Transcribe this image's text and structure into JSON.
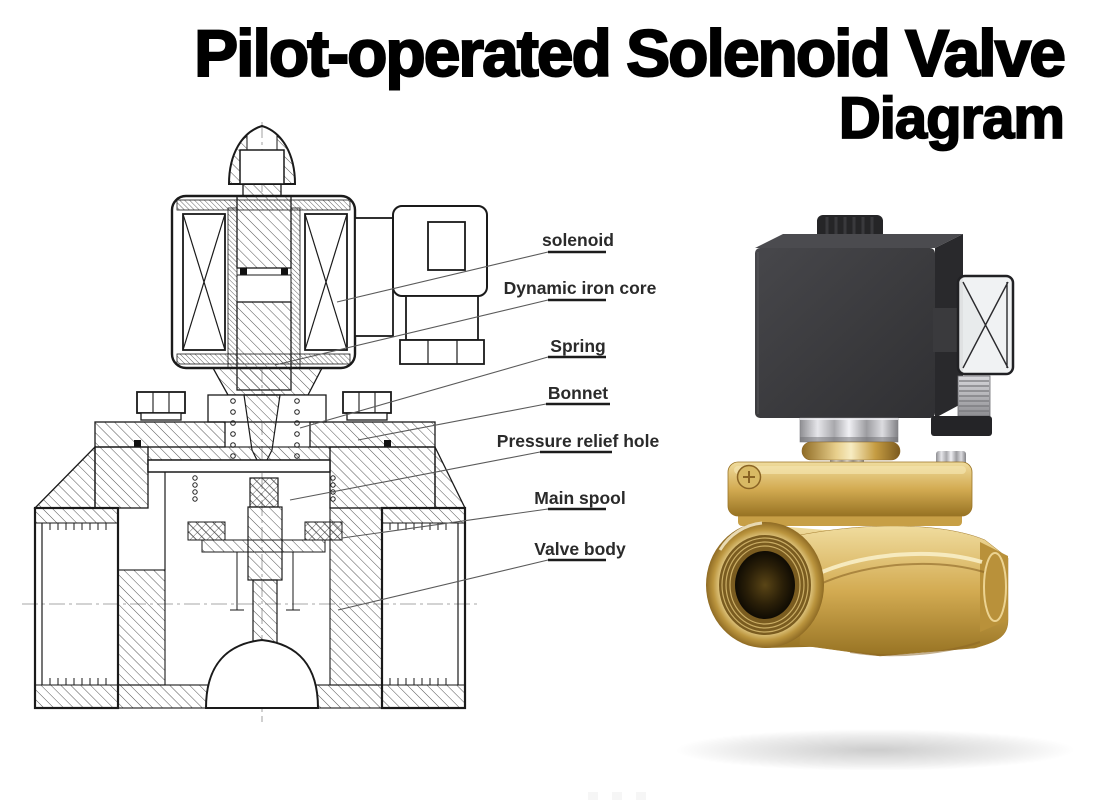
{
  "page": {
    "background": "#ffffff"
  },
  "title": {
    "line1": "Pilot-operated Solenoid Valve",
    "line2": "Diagram",
    "color": "#000000"
  },
  "diagram": {
    "labels": [
      {
        "id": "solenoid",
        "text": "solenoid"
      },
      {
        "id": "dynamic-iron-core",
        "text": "Dynamic iron core"
      },
      {
        "id": "spring",
        "text": "Spring"
      },
      {
        "id": "bonnet",
        "text": "Bonnet"
      },
      {
        "id": "pressure-relief-hole",
        "text": "Pressure relief hole"
      },
      {
        "id": "main-spool",
        "text": "Main spool"
      },
      {
        "id": "valve-body",
        "text": "Valve body"
      }
    ],
    "line_color": "#1a1a1a",
    "label_color": "#2a2a2a"
  },
  "photo": {
    "parts": [
      "coil",
      "din-connector",
      "cable-gland-nipple",
      "hex-nut",
      "bonnet-screws",
      "brass-body",
      "inlet-port"
    ],
    "colors": {
      "coil_black": "#3d3e40",
      "brass": "#cda54c",
      "chrome": "#c9c9cd",
      "connector_clear": "#eff1f2"
    }
  }
}
